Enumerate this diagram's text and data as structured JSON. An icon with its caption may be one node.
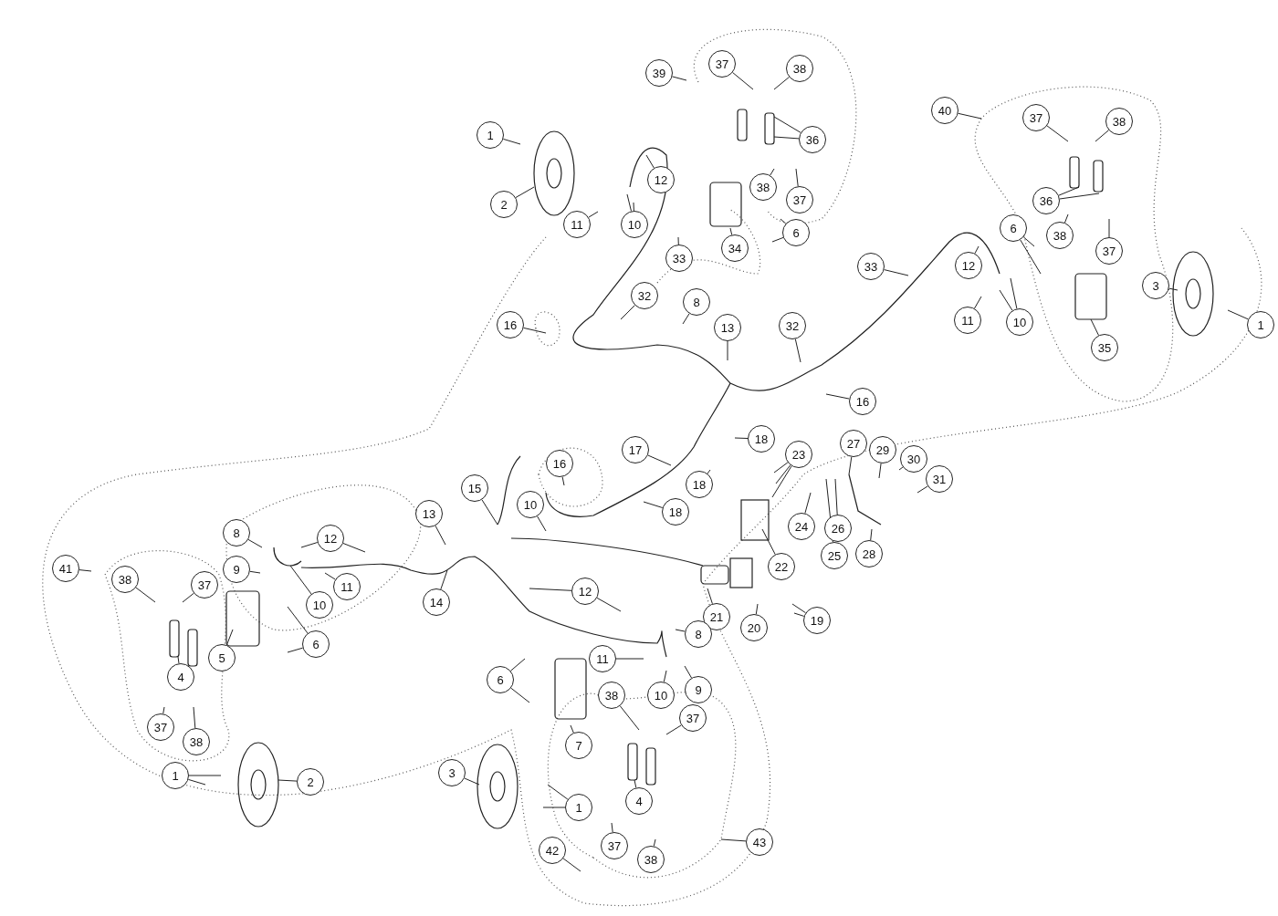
{
  "diagram": {
    "nodes": [
      {
        "text": [
          "39"
        ]
      },
      {
        "text": [
          "37"
        ]
      },
      {
        "text": [
          "38"
        ]
      },
      {
        "text": [
          "40"
        ]
      },
      {
        "text": [
          "37"
        ]
      },
      {
        "text": [
          "38"
        ]
      },
      {
        "text": [
          "1"
        ]
      },
      {
        "text": [
          "36"
        ]
      },
      {
        "text": [
          "12"
        ]
      },
      {
        "text": [
          "38"
        ]
      },
      {
        "text": [
          "37"
        ]
      },
      {
        "text": [
          "36"
        ]
      },
      {
        "text": [
          "2"
        ]
      },
      {
        "text": [
          "11"
        ]
      },
      {
        "text": [
          "10"
        ]
      },
      {
        "text": [
          "6"
        ]
      },
      {
        "text": [
          "6"
        ]
      },
      {
        "text": [
          "38"
        ]
      },
      {
        "text": [
          "34"
        ]
      },
      {
        "text": [
          "37"
        ]
      },
      {
        "text": [
          "33"
        ]
      },
      {
        "text": [
          "12"
        ]
      },
      {
        "text": [
          "33"
        ]
      },
      {
        "text": [
          "3"
        ]
      },
      {
        "text": [
          "32"
        ]
      },
      {
        "text": [
          "8"
        ]
      },
      {
        "text": [
          "32"
        ]
      },
      {
        "text": [
          "13"
        ]
      },
      {
        "text": [
          "16"
        ]
      },
      {
        "text": [
          "11"
        ]
      },
      {
        "text": [
          "10"
        ]
      },
      {
        "text": [
          "1"
        ]
      },
      {
        "text": [
          "35"
        ]
      },
      {
        "text": [
          "16"
        ]
      },
      {
        "text": [
          "18"
        ]
      },
      {
        "text": [
          "27"
        ]
      },
      {
        "text": [
          "29"
        ]
      },
      {
        "text": [
          "23"
        ]
      },
      {
        "text": [
          "17"
        ]
      },
      {
        "text": [
          "30"
        ]
      },
      {
        "text": [
          "16"
        ]
      },
      {
        "text": [
          "31"
        ]
      },
      {
        "text": [
          "18"
        ]
      },
      {
        "text": [
          "15"
        ]
      },
      {
        "text": [
          "10"
        ]
      },
      {
        "text": [
          "13"
        ]
      },
      {
        "text": [
          "18"
        ]
      },
      {
        "text": [
          "24"
        ]
      },
      {
        "text": [
          "26"
        ]
      },
      {
        "text": [
          "8"
        ]
      },
      {
        "text": [
          "12"
        ]
      },
      {
        "text": [
          "25"
        ]
      },
      {
        "text": [
          "28"
        ]
      },
      {
        "text": [
          "41"
        ]
      },
      {
        "text": [
          "22"
        ]
      },
      {
        "text": [
          "9"
        ]
      },
      {
        "text": [
          "38"
        ]
      },
      {
        "text": [
          "37"
        ]
      },
      {
        "text": [
          "11"
        ]
      },
      {
        "text": [
          "12"
        ]
      },
      {
        "text": [
          "14"
        ]
      },
      {
        "text": [
          "10"
        ]
      },
      {
        "text": [
          "19"
        ]
      },
      {
        "text": [
          "21"
        ]
      },
      {
        "text": [
          "20"
        ]
      },
      {
        "text": [
          "8"
        ]
      },
      {
        "text": [
          "6"
        ]
      },
      {
        "text": [
          "5"
        ]
      },
      {
        "text": [
          "11"
        ]
      },
      {
        "text": [
          "4"
        ]
      },
      {
        "text": [
          "6"
        ]
      },
      {
        "text": [
          "9"
        ]
      },
      {
        "text": [
          "10"
        ]
      },
      {
        "text": [
          "38"
        ]
      },
      {
        "text": [
          "37"
        ]
      },
      {
        "text": [
          "37"
        ]
      },
      {
        "text": [
          "38"
        ]
      },
      {
        "text": [
          "7"
        ]
      },
      {
        "text": [
          "3"
        ]
      },
      {
        "text": [
          "1"
        ]
      },
      {
        "text": [
          "2"
        ]
      },
      {
        "text": [
          "4"
        ]
      },
      {
        "text": [
          "1"
        ]
      },
      {
        "text": [
          "43"
        ]
      },
      {
        "text": [
          "37"
        ]
      },
      {
        "text": [
          "42"
        ]
      },
      {
        "text": [
          "38"
        ]
      }
    ],
    "edges": [
      {
        "from": 0,
        "to": null,
        "arrow": "none"
      },
      {
        "from": 1,
        "to": null,
        "arrow": "none"
      },
      {
        "from": 2,
        "to": null,
        "arrow": "none"
      },
      {
        "from": 3,
        "to": null,
        "arrow": "none"
      },
      {
        "from": 4,
        "to": null,
        "arrow": "none"
      },
      {
        "from": 5,
        "to": null,
        "arrow": "none"
      },
      {
        "from": 6,
        "to": null,
        "arrow": "none"
      },
      {
        "from": 7,
        "to": null,
        "arrow": "none"
      },
      {
        "from": 7,
        "to": null,
        "arrow": "none"
      },
      {
        "from": 8,
        "to": null,
        "arrow": "none"
      },
      {
        "from": 9,
        "to": null,
        "arrow": "none"
      },
      {
        "from": 10,
        "to": null,
        "arrow": "none"
      },
      {
        "from": 11,
        "to": null,
        "arrow": "none"
      },
      {
        "from": 11,
        "to": null,
        "arrow": "none"
      },
      {
        "from": 12,
        "to": null,
        "arrow": "none"
      },
      {
        "from": 13,
        "to": null,
        "arrow": "none"
      },
      {
        "from": 14,
        "to": null,
        "arrow": "none"
      },
      {
        "from": 14,
        "to": null,
        "arrow": "none"
      },
      {
        "from": 15,
        "to": null,
        "arrow": "none"
      },
      {
        "from": 15,
        "to": null,
        "arrow": "none"
      },
      {
        "from": 16,
        "to": null,
        "arrow": "none"
      },
      {
        "from": 16,
        "to": null,
        "arrow": "none"
      },
      {
        "from": 17,
        "to": null,
        "arrow": "none"
      },
      {
        "from": 18,
        "to": null,
        "arrow": "none"
      },
      {
        "from": 19,
        "to": null,
        "arrow": "none"
      },
      {
        "from": 20,
        "to": null,
        "arrow": "none"
      },
      {
        "from": 21,
        "to": null,
        "arrow": "none"
      },
      {
        "from": 22,
        "to": null,
        "arrow": "none"
      },
      {
        "from": 23,
        "to": null,
        "arrow": "none"
      },
      {
        "from": 24,
        "to": null,
        "arrow": "none"
      },
      {
        "from": 25,
        "to": null,
        "arrow": "none"
      },
      {
        "from": 26,
        "to": null,
        "arrow": "none"
      },
      {
        "from": 27,
        "to": null,
        "arrow": "none"
      },
      {
        "from": 28,
        "to": null,
        "arrow": "none"
      },
      {
        "from": 29,
        "to": null,
        "arrow": "none"
      },
      {
        "from": 30,
        "to": null,
        "arrow": "none"
      },
      {
        "from": 30,
        "to": null,
        "arrow": "none"
      },
      {
        "from": 31,
        "to": null,
        "arrow": "none"
      },
      {
        "from": 32,
        "to": null,
        "arrow": "none"
      },
      {
        "from": 33,
        "to": null,
        "arrow": "none"
      },
      {
        "from": 34,
        "to": null,
        "arrow": "none"
      },
      {
        "from": 35,
        "to": null,
        "arrow": "none"
      },
      {
        "from": 36,
        "to": null,
        "arrow": "none"
      },
      {
        "from": 37,
        "to": null,
        "arrow": "none"
      },
      {
        "from": 37,
        "to": null,
        "arrow": "none"
      },
      {
        "from": 37,
        "to": null,
        "arrow": "none"
      },
      {
        "from": 38,
        "to": null,
        "arrow": "none"
      },
      {
        "from": 39,
        "to": null,
        "arrow": "none"
      },
      {
        "from": 40,
        "to": null,
        "arrow": "none"
      },
      {
        "from": 41,
        "to": null,
        "arrow": "none"
      },
      {
        "from": 42,
        "to": null,
        "arrow": "none"
      },
      {
        "from": 43,
        "to": null,
        "arrow": "none"
      },
      {
        "from": 44,
        "to": null,
        "arrow": "none"
      },
      {
        "from": 45,
        "to": null,
        "arrow": "none"
      },
      {
        "from": 46,
        "to": null,
        "arrow": "none"
      },
      {
        "from": 47,
        "to": null,
        "arrow": "none"
      },
      {
        "from": 48,
        "to": null,
        "arrow": "none"
      },
      {
        "from": 49,
        "to": null,
        "arrow": "none"
      },
      {
        "from": 50,
        "to": null,
        "arrow": "none"
      },
      {
        "from": 50,
        "to": null,
        "arrow": "none"
      },
      {
        "from": 51,
        "to": null,
        "arrow": "none"
      },
      {
        "from": 52,
        "to": null,
        "arrow": "none"
      },
      {
        "from": 53,
        "to": null,
        "arrow": "none"
      },
      {
        "from": 54,
        "to": null,
        "arrow": "none"
      },
      {
        "from": 55,
        "to": null,
        "arrow": "none"
      },
      {
        "from": 56,
        "to": null,
        "arrow": "none"
      },
      {
        "from": 57,
        "to": null,
        "arrow": "none"
      },
      {
        "from": 58,
        "to": null,
        "arrow": "none"
      },
      {
        "from": 59,
        "to": null,
        "arrow": "none"
      },
      {
        "from": 59,
        "to": null,
        "arrow": "none"
      },
      {
        "from": 60,
        "to": null,
        "arrow": "none"
      },
      {
        "from": 61,
        "to": null,
        "arrow": "none"
      },
      {
        "from": 62,
        "to": null,
        "arrow": "none"
      },
      {
        "from": 62,
        "to": null,
        "arrow": "none"
      },
      {
        "from": 63,
        "to": null,
        "arrow": "none"
      },
      {
        "from": 64,
        "to": null,
        "arrow": "none"
      },
      {
        "from": 65,
        "to": null,
        "arrow": "none"
      },
      {
        "from": 66,
        "to": null,
        "arrow": "none"
      },
      {
        "from": 66,
        "to": null,
        "arrow": "none"
      },
      {
        "from": 67,
        "to": null,
        "arrow": "none"
      },
      {
        "from": 68,
        "to": null,
        "arrow": "none"
      },
      {
        "from": 69,
        "to": null,
        "arrow": "none"
      },
      {
        "from": 70,
        "to": null,
        "arrow": "none"
      },
      {
        "from": 70,
        "to": null,
        "arrow": "none"
      },
      {
        "from": 71,
        "to": null,
        "arrow": "none"
      },
      {
        "from": 72,
        "to": null,
        "arrow": "none"
      },
      {
        "from": 73,
        "to": null,
        "arrow": "none"
      },
      {
        "from": 74,
        "to": null,
        "arrow": "none"
      },
      {
        "from": 75,
        "to": null,
        "arrow": "none"
      },
      {
        "from": 76,
        "to": null,
        "arrow": "none"
      },
      {
        "from": 77,
        "to": null,
        "arrow": "none"
      },
      {
        "from": 78,
        "to": null,
        "arrow": "none"
      },
      {
        "from": 79,
        "to": null,
        "arrow": "none"
      },
      {
        "from": 79,
        "to": null,
        "arrow": "none"
      },
      {
        "from": 80,
        "to": null,
        "arrow": "none"
      },
      {
        "from": 81,
        "to": null,
        "arrow": "none"
      },
      {
        "from": 82,
        "to": null,
        "arrow": "none"
      },
      {
        "from": 82,
        "to": null,
        "arrow": "none"
      },
      {
        "from": 83,
        "to": null,
        "arrow": "none"
      },
      {
        "from": 84,
        "to": null,
        "arrow": "none"
      },
      {
        "from": 85,
        "to": null,
        "arrow": "none"
      },
      {
        "from": 86,
        "to": null,
        "arrow": "none"
      }
    ]
  }
}
